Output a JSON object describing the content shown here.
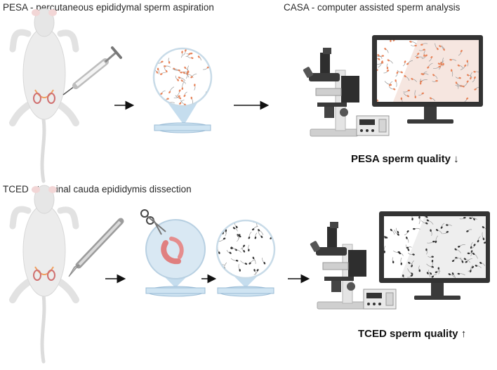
{
  "pesa": {
    "title": "PESA - percutaneous epididymal sperm aspiration",
    "result": "PESA sperm quality",
    "result_arrow": "↓",
    "sperm_color": "#e8845a"
  },
  "casa": {
    "title": "CASA - computer assisted sperm analysis"
  },
  "tced": {
    "title": "TCED - terminal cauda epididymis dissection",
    "result": "TCED sperm quality",
    "result_arrow": "↑",
    "sperm_color": "#333333"
  }
}
